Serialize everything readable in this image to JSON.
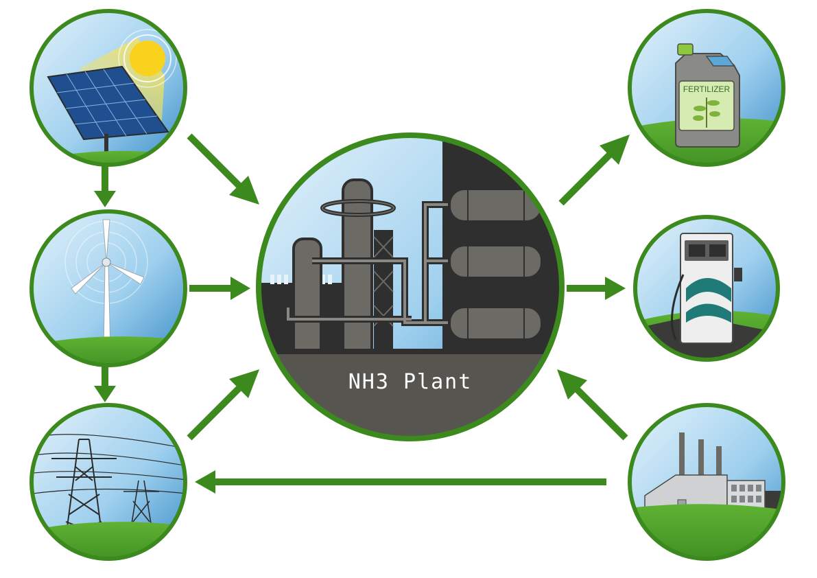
{
  "center": {
    "label": "NH3 Plant"
  },
  "inputs": [
    {
      "name": "solar",
      "icon": "solar-panel-icon"
    },
    {
      "name": "wind",
      "icon": "wind-turbine-icon"
    },
    {
      "name": "grid",
      "icon": "power-lines-icon"
    },
    {
      "name": "industry",
      "icon": "factory-icon"
    }
  ],
  "outputs": [
    {
      "name": "fertilizer",
      "icon": "fertilizer-jug-icon",
      "label": "FERTILIZER"
    },
    {
      "name": "fuel",
      "icon": "fuel-pump-icon"
    }
  ],
  "colors": {
    "ring": "#3c8a1e",
    "arrow": "#3c8a1e",
    "sky": "#5aa7d8",
    "grass": "#4f9e2a",
    "plant_dark": "#2f2f2f",
    "plant_body": "#6c6a64"
  }
}
